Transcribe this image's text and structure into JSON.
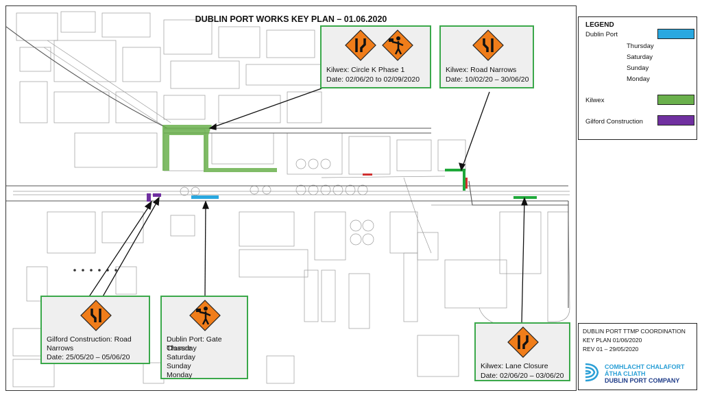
{
  "map": {
    "title": "DUBLIN PORT WORKS KEY PLAN – 01.06.2020"
  },
  "colors": {
    "dublin_port": "#2aa8e0",
    "kilwex": "#6ab04c",
    "gilford": "#7030a0",
    "sign_orange": "#f07d1a",
    "callout_border": "#3aa84a"
  },
  "callouts": {
    "circle_k": {
      "line1": "Kilwex: Circle K Phase 1",
      "line2": "Date: 02/06/20 to 02/09/2020",
      "icons": [
        "road-narrows-sign-icon",
        "flagman-sign-icon"
      ]
    },
    "road_narrows": {
      "line1": "Kilwex: Road Narrows",
      "line2": "Date: 10/02/20 – 30/06/20",
      "icons": [
        "road-narrows-sign-icon"
      ]
    },
    "gilford": {
      "line1": "Gilford Construction: Road",
      "line2": "Narrows",
      "line3": "Date: 25/05/20 – 05/06/20",
      "icons": [
        "road-narrows-sign-icon"
      ]
    },
    "gate": {
      "line1": "Dublin Port: Gate Closure",
      "line2": "Thursday",
      "line3": "Saturday",
      "line4": "Sunday",
      "line5": "Monday",
      "icons": [
        "flagman-sign-icon"
      ]
    },
    "lane": {
      "line1": "Kilwex: Lane Closure",
      "line2": "Date: 02/06/20 – 03/06/20",
      "icons": [
        "road-narrows-sign-icon"
      ]
    }
  },
  "legend": {
    "title": "LEGEND",
    "dublin_port": "Dublin Port",
    "days": [
      "Thursday",
      "Saturday",
      "Sunday",
      "Monday"
    ],
    "kilwex": "Kilwex",
    "gilford": "Gilford Construction"
  },
  "titleblock": {
    "line1": "DUBLIN PORT TTMP COORDINATION",
    "line2": "KEY PLAN  01/06/2020",
    "line3": "REV 01 – 29/05/2020",
    "logo1": "COMHLACHT CHALAFORT",
    "logo2": "ÁTHA CLIATH",
    "logo3": "DUBLIN PORT COMPANY"
  }
}
